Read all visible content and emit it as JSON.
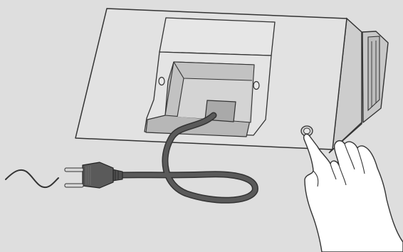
{
  "diagram": {
    "subject": "appliance-power-connection",
    "background_color": "#dedede",
    "device_face_color": "#e2e2e2",
    "device_side_color": "#cfcfcf",
    "recess_color": "#b5b5b5",
    "cable_color": "#555555",
    "outline_color": "#333333",
    "hand_color": "#ffffff",
    "parts": [
      "device-housing",
      "cable-compartment",
      "power-button",
      "power-cable",
      "plug",
      "ac-symbol",
      "hand"
    ]
  }
}
